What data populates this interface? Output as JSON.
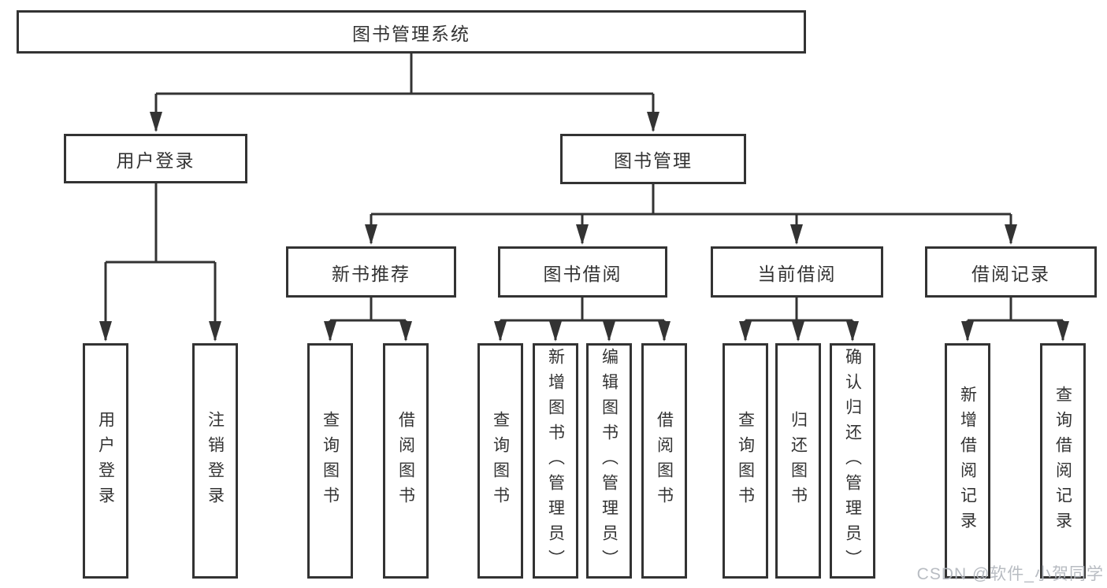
{
  "diagram": {
    "title": "图书管理系统",
    "groups": [
      {
        "label": "用户登录",
        "children": [
          {
            "label": "用户登录"
          },
          {
            "label": "注销登录"
          }
        ]
      },
      {
        "label": "图书管理",
        "sections": [
          {
            "label": "新书推荐",
            "children": [
              {
                "label": "查询图书"
              },
              {
                "label": "借阅图书"
              }
            ]
          },
          {
            "label": "图书借阅",
            "children": [
              {
                "label": "查询图书"
              },
              {
                "label": "新增图书（管理员）"
              },
              {
                "label": "编辑图书（管理员）"
              },
              {
                "label": "借阅图书"
              }
            ]
          },
          {
            "label": "当前借阅",
            "children": [
              {
                "label": "查询图书"
              },
              {
                "label": "归还图书"
              },
              {
                "label": "确认归还（管理员）"
              }
            ]
          },
          {
            "label": "借阅记录",
            "children": [
              {
                "label": "新增借阅记录"
              },
              {
                "label": "查询借阅记录"
              }
            ]
          }
        ]
      }
    ]
  },
  "watermark": {
    "text": "CSDN @软件_小贺同学"
  },
  "colors": {
    "line": "#333333",
    "box_border": "#333333",
    "text": "#333333",
    "background": "#ffffff",
    "watermark": "#b2b6bd"
  }
}
